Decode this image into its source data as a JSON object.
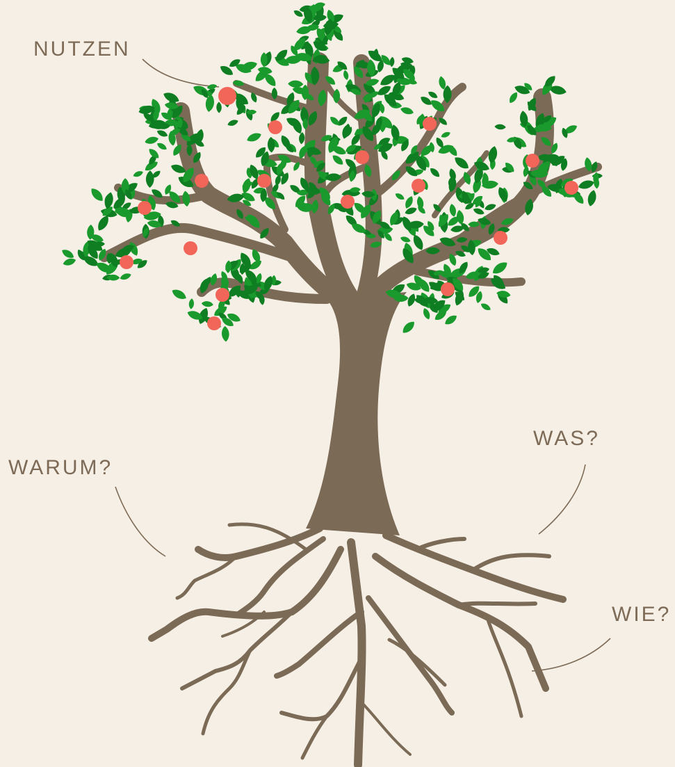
{
  "labels": {
    "nutzen": "NUTZEN",
    "warum": "WARUM?",
    "was": "WAS?",
    "wie": "WIE?"
  },
  "colors": {
    "background": "#f6efe5",
    "trunk": "#7a6a56",
    "leaf": "#1a9a2c",
    "leaf_dark": "#0f7d22",
    "fruit": "#f2665a",
    "label": "#7d6b57"
  },
  "icons": [
    "tree-illustration",
    "apple-icon",
    "leaf-icon",
    "root-icon"
  ]
}
